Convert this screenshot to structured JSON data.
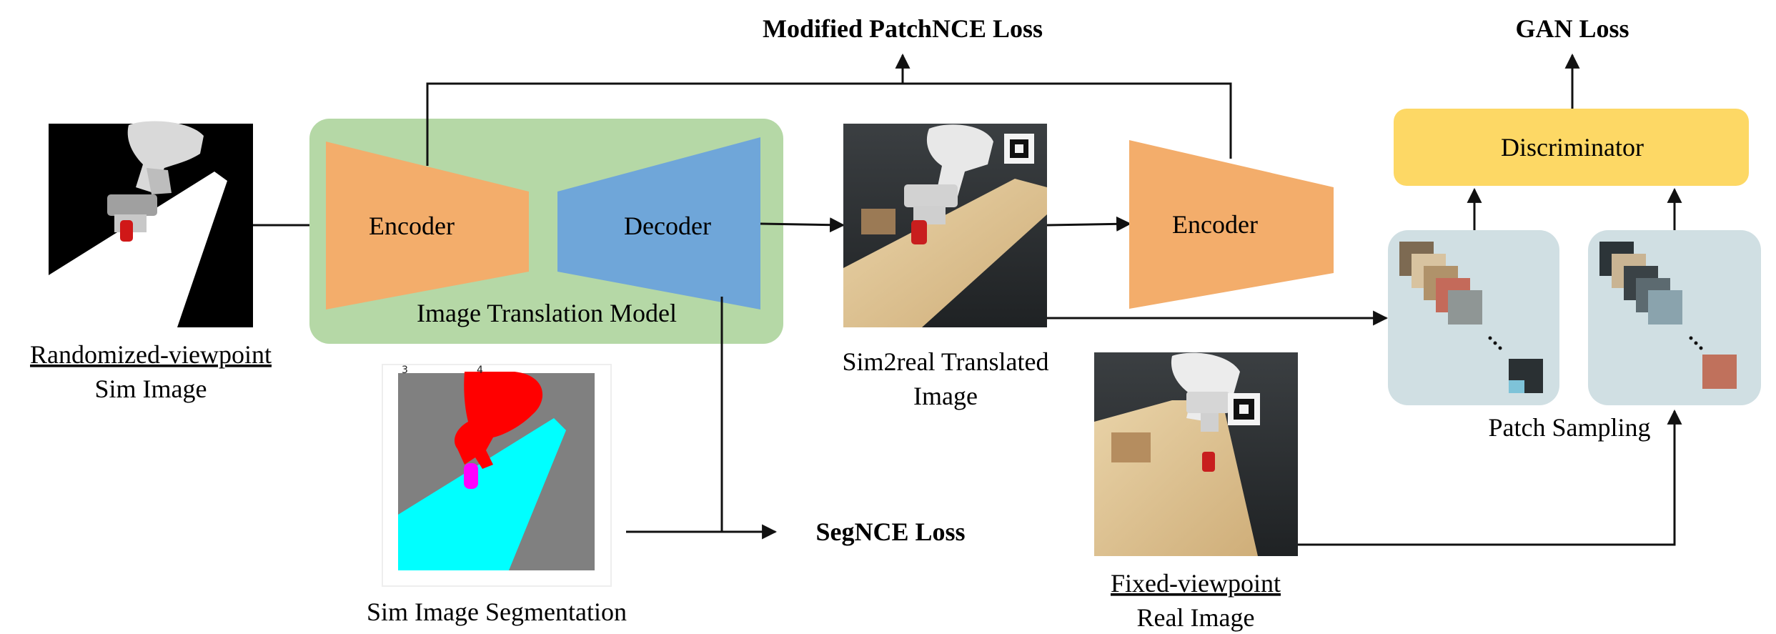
{
  "labels": {
    "modified_patchnce_loss": "Modified PatchNCE Loss",
    "gan_loss": "GAN Loss",
    "discriminator": "Discriminator",
    "encoder_1": "Encoder",
    "decoder": "Decoder",
    "encoder_2": "Encoder",
    "image_translation_model": "Image Translation Model",
    "randomized_viewpoint": "Randomized-viewpoint",
    "sim_image": "Sim Image",
    "sim2real_translated": "Sim2real Translated",
    "image": "Image",
    "fixed_viewpoint": "Fixed-viewpoint",
    "real_image": "Real Image",
    "patch_sampling": "Patch Sampling",
    "segnce_loss": "SegNCE Loss",
    "sim_image_segmentation": "Sim Image Segmentation",
    "seg_tick_3": "3",
    "seg_tick_4": "4"
  },
  "colors": {
    "encoder": "#f3ad6b",
    "decoder": "#6fa6d9",
    "translation_model_bg": "#b5d8a6",
    "discriminator": "#fdd865",
    "patch_panel": "#d0dfe3",
    "seg_background": "#808080",
    "seg_table": "#00ffff",
    "seg_robot": "#ff0000",
    "seg_object": "#ff00ff"
  }
}
